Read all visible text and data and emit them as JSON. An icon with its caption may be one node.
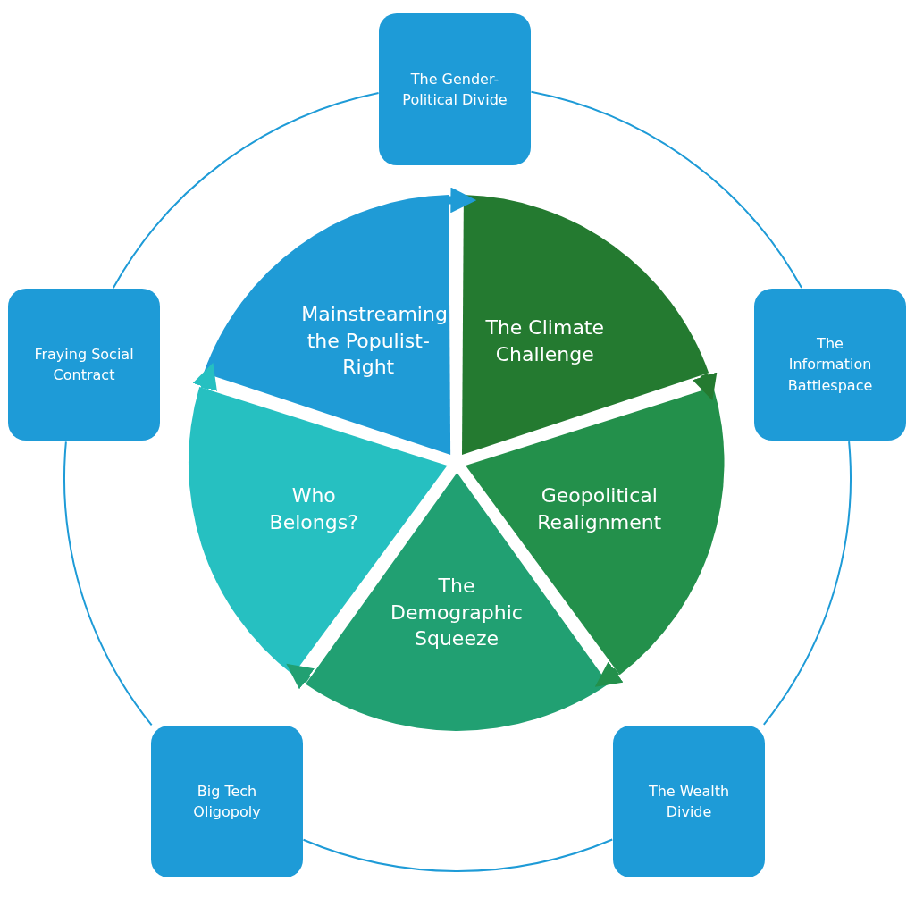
{
  "diagram": {
    "nodes": [
      {
        "text": [
          "The Gender-Political Divide"
        ]
      },
      {
        "text": [
          "The Information Battlespace"
        ]
      },
      {
        "text": [
          "The Wealth Divide"
        ]
      },
      {
        "text": [
          "Big Tech Oligopoly"
        ]
      },
      {
        "text": [
          "Fraying Social Contract"
        ]
      },
      {
        "text": [
          "Mainstreaming the Populist-Right"
        ]
      },
      {
        "text": [
          "The Climate Challenge"
        ]
      },
      {
        "text": [
          "Geopolitical Realignment"
        ]
      },
      {
        "text": [
          "The Demographic Squeeze"
        ]
      },
      {
        "text": [
          "Who Belongs?"
        ]
      }
    ],
    "edges": [
      {
        "from": 0,
        "to": 1,
        "arrow": "none"
      },
      {
        "from": 1,
        "to": 2,
        "arrow": "none"
      },
      {
        "from": 2,
        "to": 3,
        "arrow": "none"
      },
      {
        "from": 3,
        "to": 4,
        "arrow": "none"
      },
      {
        "from": 4,
        "to": 0,
        "arrow": "none"
      },
      {
        "from": 5,
        "to": 6,
        "arrow": "to",
        "style": "thick",
        "color": "#1f9bd6"
      },
      {
        "from": 6,
        "to": 7,
        "arrow": "to",
        "style": "thick",
        "color": "#247a30"
      },
      {
        "from": 7,
        "to": 8,
        "arrow": "to",
        "style": "thick",
        "color": "#23904b"
      },
      {
        "from": 8,
        "to": 9,
        "arrow": "to",
        "style": "thick",
        "color": "#21a072"
      },
      {
        "from": 9,
        "to": 5,
        "arrow": "to",
        "style": "thick",
        "color": "#26c0c1"
      }
    ]
  }
}
